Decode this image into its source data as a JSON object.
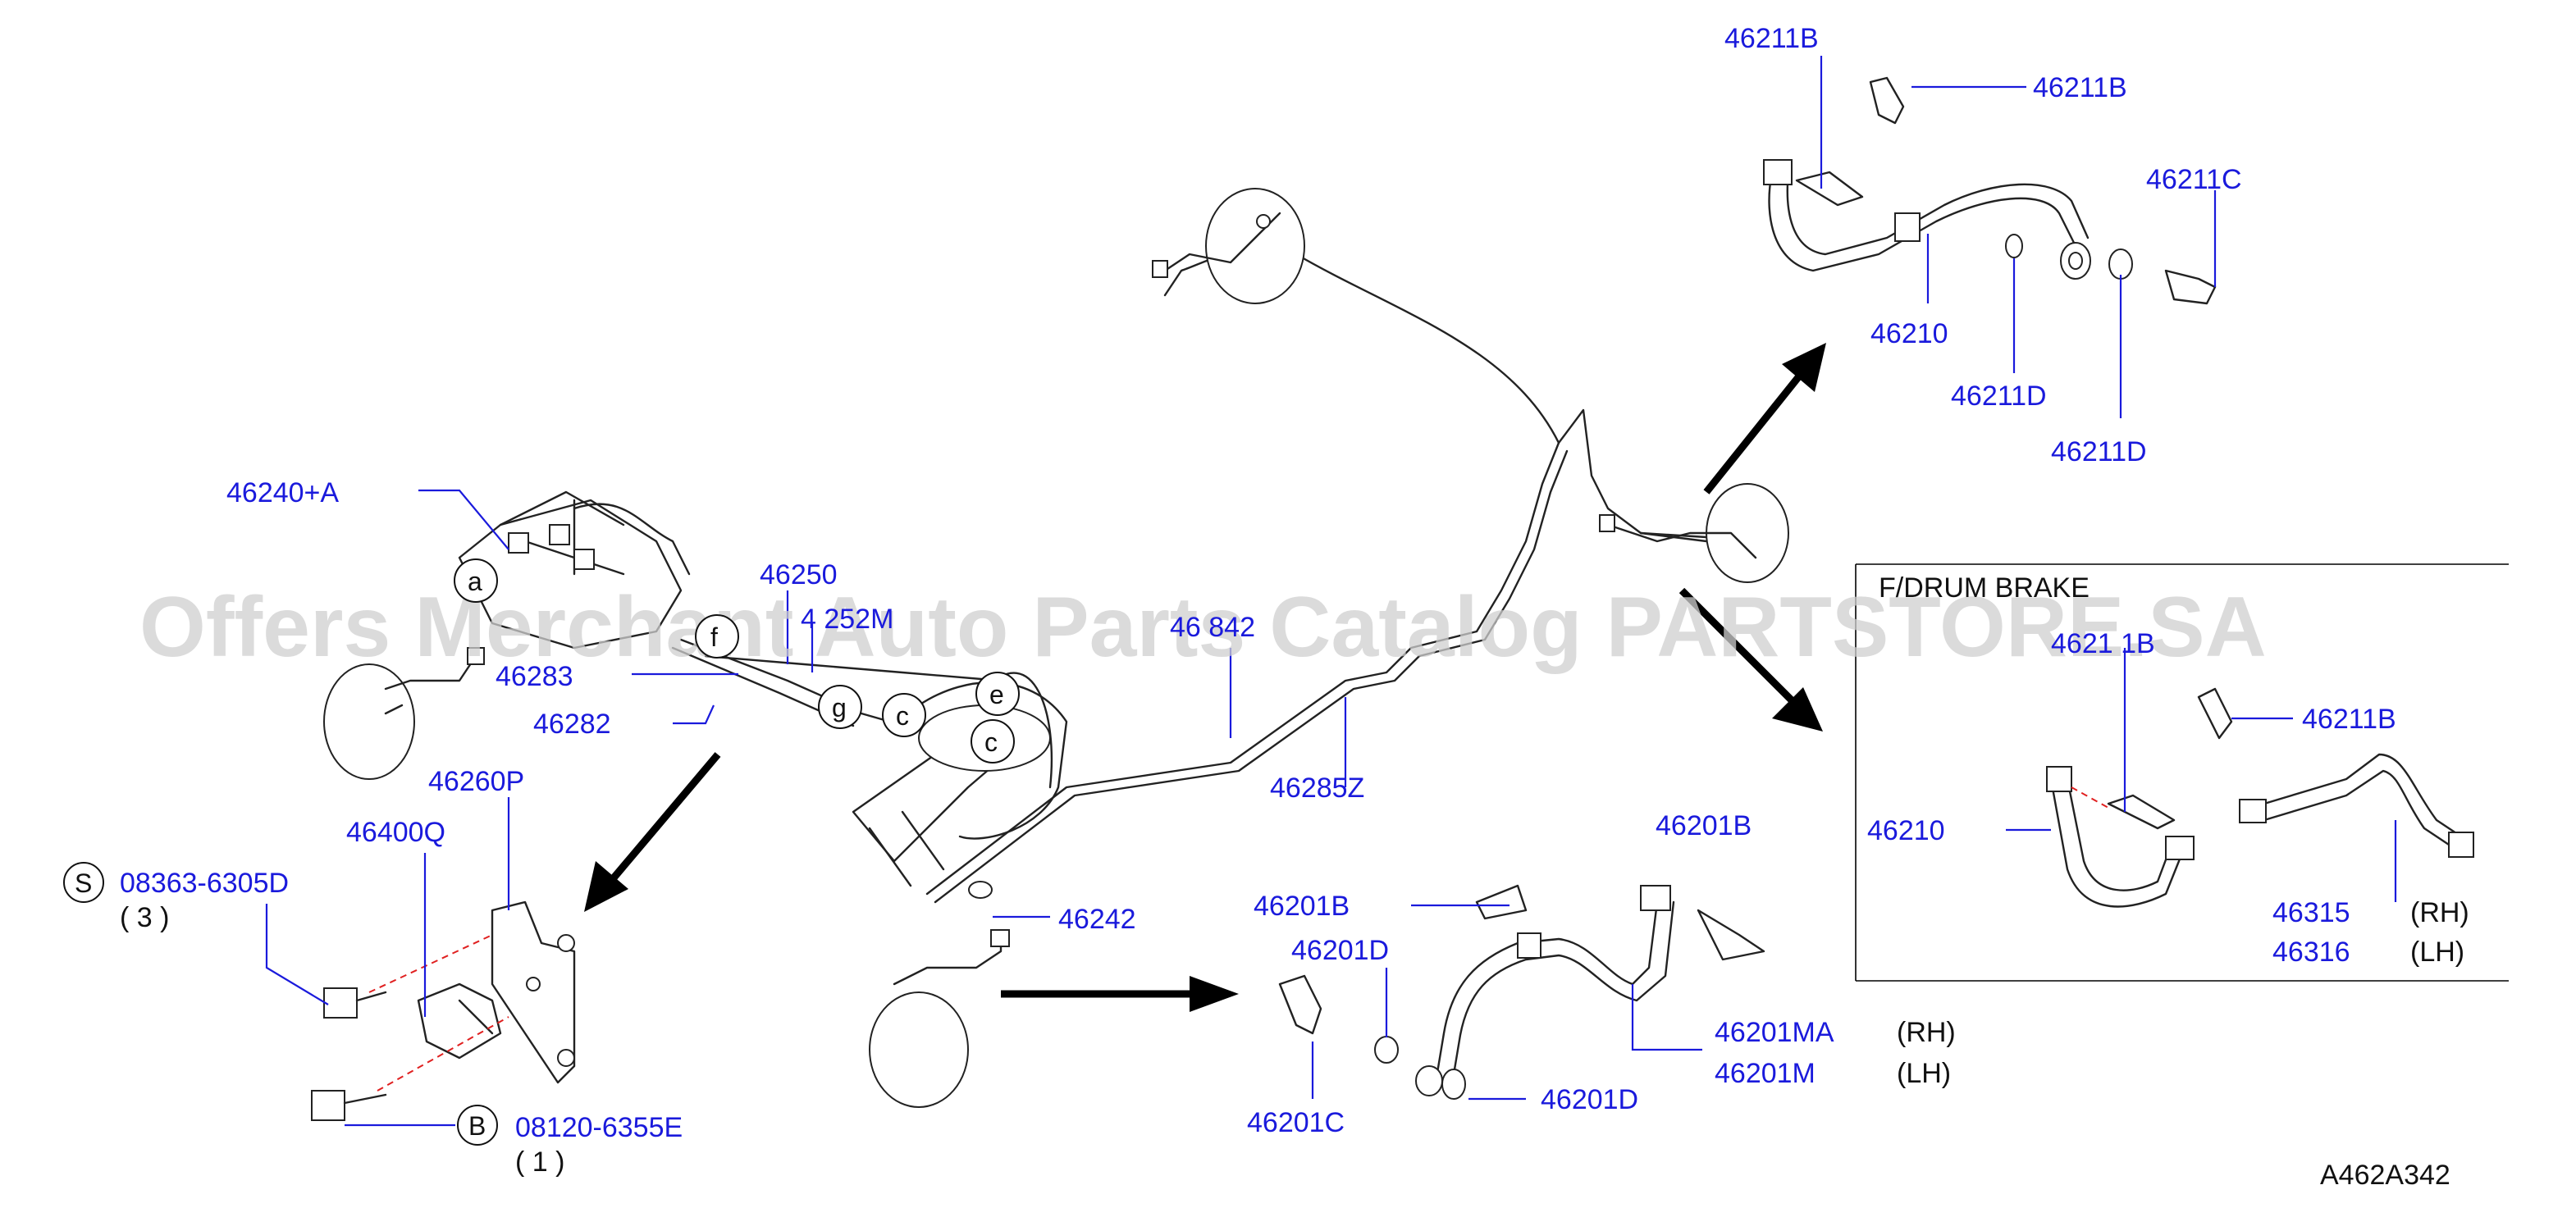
{
  "labels": {
    "p46211b_a": "46211B",
    "p46211b_b": "46211B",
    "p46211c": "46211C",
    "p46210_top": "46210",
    "p46211d_a": "46211D",
    "p46211d_b": "46211D",
    "p46240a": "46240+A",
    "p46250": "46250",
    "p46252m": "4 252M",
    "p46284": "46 842",
    "p46283": "46283",
    "p46282": "46282",
    "p46285z": "46285Z",
    "p46260p": "46260P",
    "p46400q": "46400Q",
    "p08363": "08363-6305D",
    "p46242": "46242",
    "p46201b_a": "46201B",
    "p46201b_b": "46201B",
    "p46201d_a": "46201D",
    "p46201d_b": "46201D",
    "p46201c": "46201C",
    "p46201ma": "46201MA",
    "p46201m": "46201M",
    "p08120": "08120-6355E",
    "p46211b_drum_a": "4621 1B",
    "p46211b_drum_b": "46211B",
    "p46210_drum": "46210",
    "p46315": "46315",
    "p46316": "46316"
  },
  "side_labels": {
    "rh1": "(RH)",
    "lh1": "(LH)",
    "rh2": "(RH)",
    "lh2": "(LH)"
  },
  "quantities": {
    "q3": "( 3 )",
    "q1": "( 1 )"
  },
  "circle_letters": {
    "a": "a",
    "f": "f",
    "g": "g",
    "c1": "c",
    "c2": "c",
    "e": "e",
    "s": "S",
    "b": "B"
  },
  "inset_title": "F/DRUM  BRAKE",
  "diagram_code": "A462A342",
  "watermark": "Offers Merchant Auto Parts Catalog PARTSTORE.SA"
}
